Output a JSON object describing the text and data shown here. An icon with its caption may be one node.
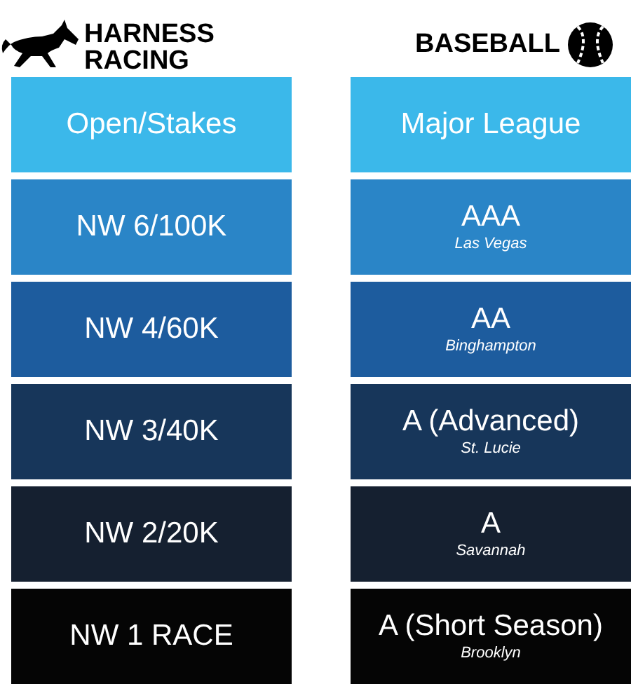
{
  "diagram": {
    "nodes": [
      {
        "text": [
          "Open/Stakes"
        ]
      },
      {
        "text": [
          "NW 6/100K"
        ]
      },
      {
        "text": [
          "NW 4/60K"
        ]
      },
      {
        "text": [
          "NW 3/40K"
        ]
      },
      {
        "text": [
          "NW 2/20K"
        ]
      },
      {
        "text": [
          "NW 1 RACE"
        ]
      },
      {
        "text": [
          "Major League"
        ]
      },
      {
        "text": [
          "AAA",
          "Las Vegas"
        ]
      },
      {
        "text": [
          "AA",
          "Binghampton"
        ]
      },
      {
        "text": [
          "A (Advanced)",
          "St. Lucie"
        ]
      },
      {
        "text": [
          "A",
          "Savannah"
        ]
      },
      {
        "text": [
          "A (Short Season)",
          "Brooklyn"
        ]
      }
    ],
    "edges": [],
    "labels": [
      "HARNESS RACING",
      "BASEBALL"
    ]
  }
}
